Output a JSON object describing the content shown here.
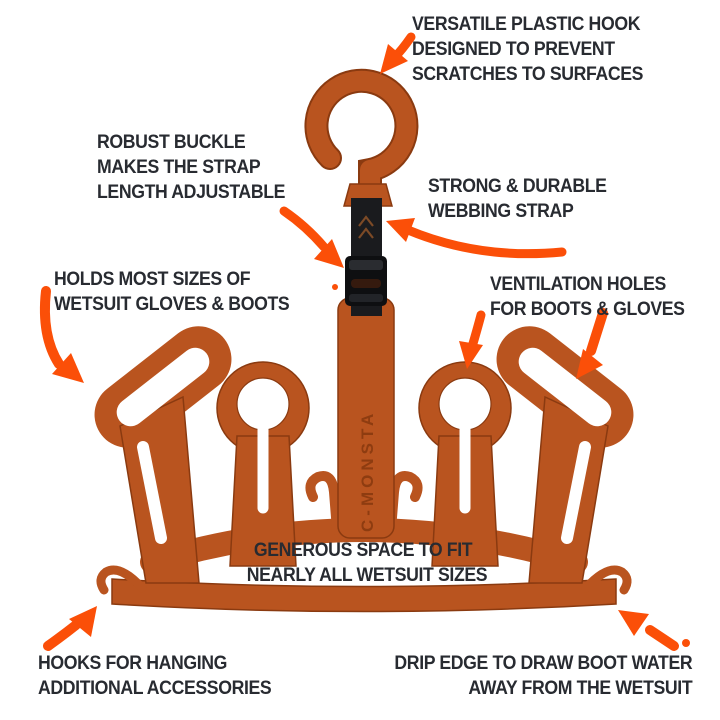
{
  "colors": {
    "background": "#ffffff",
    "text": "#282b31",
    "arrow": "#fb4f08",
    "hanger": "#b9541f",
    "hanger_dark": "#8a3a10",
    "strap": "#1a1b1e",
    "buckle": "#0e0f11"
  },
  "annotations": {
    "hook_note": {
      "lines": [
        "VERSATILE PLASTIC HOOK",
        "DESIGNED TO PREVENT",
        "SCRATCHES TO SURFACES"
      ]
    },
    "buckle_note": {
      "lines": [
        "ROBUST BUCKLE",
        "MAKES THE STRAP",
        "LENGTH ADJUSTABLE"
      ]
    },
    "strap_note": {
      "lines": [
        "STRONG & DURABLE",
        "WEBBING STRAP"
      ]
    },
    "capacity_note": {
      "lines": [
        "HOLDS MOST SIZES OF",
        "WETSUIT GLOVES & BOOTS"
      ]
    },
    "ventilation_note": {
      "lines": [
        "VENTILATION HOLES",
        "FOR BOOTS & GLOVES"
      ]
    },
    "space_note": {
      "lines": [
        "GENEROUS SPACE TO FIT",
        "NEARLY ALL WETSUIT SIZES"
      ]
    },
    "accessory_note": {
      "lines": [
        "HOOKS FOR HANGING",
        "ADDITIONAL ACCESSORIES"
      ]
    },
    "drip_note": {
      "lines": [
        "DRIP EDGE TO DRAW BOOT WATER",
        "AWAY FROM THE WETSUIT"
      ]
    }
  },
  "product": {
    "brand_embossed": "C-MONSTA"
  }
}
